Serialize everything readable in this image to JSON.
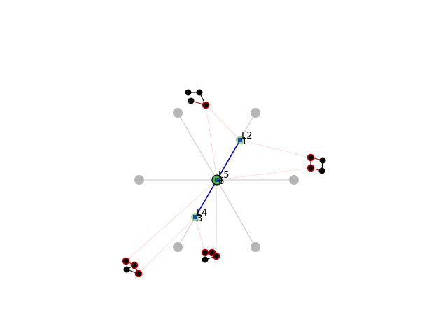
{
  "colors": {
    "spoke": "#d3d3d3",
    "outer_node": "#a9a9a9",
    "link": "#0000cc",
    "faint": "#ff9999",
    "cluster_edge": "#000000",
    "cluster_red": "#cc0000",
    "hub_green": "#4caf50",
    "marker_blue": "#1f4e9e"
  },
  "labels": {
    "center": "L5",
    "center_sub": "6",
    "upper": "L2",
    "upper_sub": "1",
    "lower": "L4",
    "lower_sub": "3"
  }
}
